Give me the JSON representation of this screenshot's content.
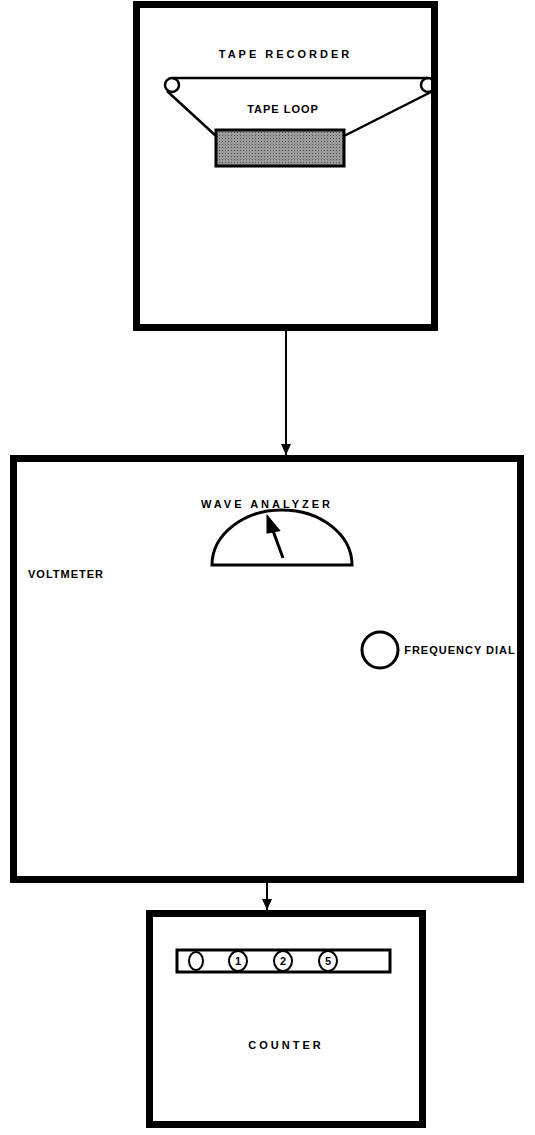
{
  "diagram": {
    "nodes": [
      {
        "text": [
          "TAPE RECORDER"
        ]
      },
      {
        "text": [
          "WAVE ANALYZER"
        ]
      },
      {
        "text": [
          "COUNTER"
        ]
      }
    ],
    "edges": [
      {
        "from": 0,
        "to": 1,
        "arrow": "to"
      },
      {
        "from": 1,
        "to": 2,
        "arrow": "to"
      }
    ],
    "labels": [
      "TAPE LOOP",
      "VOLTMETER",
      "FREQUENCY DIAL",
      "1",
      "2",
      "5"
    ]
  }
}
